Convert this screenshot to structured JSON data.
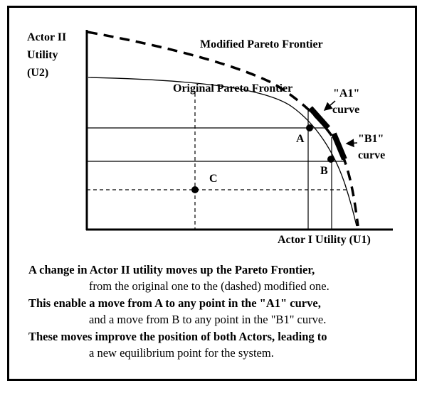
{
  "diagram": {
    "y_axis_label": [
      "Actor II",
      "Utility",
      "(U2)"
    ],
    "x_axis_label": "Actor I Utility (U1)",
    "modified_frontier_label": "Modified Pareto Frontier",
    "original_frontier_label": "Original Pareto Frontier",
    "a1_label": "\"A1\"",
    "a1_sub": "curve",
    "b1_label": "\"B1\"",
    "b1_sub": "curve",
    "point_a": "A",
    "point_b": "B",
    "point_c": "C"
  },
  "caption": [
    {
      "text": "A change in Actor II utility moves up the Pareto Frontier,",
      "bold": true
    },
    {
      "text": "from the original one to the (dashed) modified one.",
      "bold": false
    },
    {
      "text": "This enable a move from A to any point in the \"A1\" curve,",
      "bold": true
    },
    {
      "text": "and a move from B to any point in the \"B1\" curve.",
      "bold": false
    },
    {
      "text": "These moves improve the position of both Actors, leading to",
      "bold": true
    },
    {
      "text": "a new equilibrium point for the system.",
      "bold": false
    }
  ]
}
